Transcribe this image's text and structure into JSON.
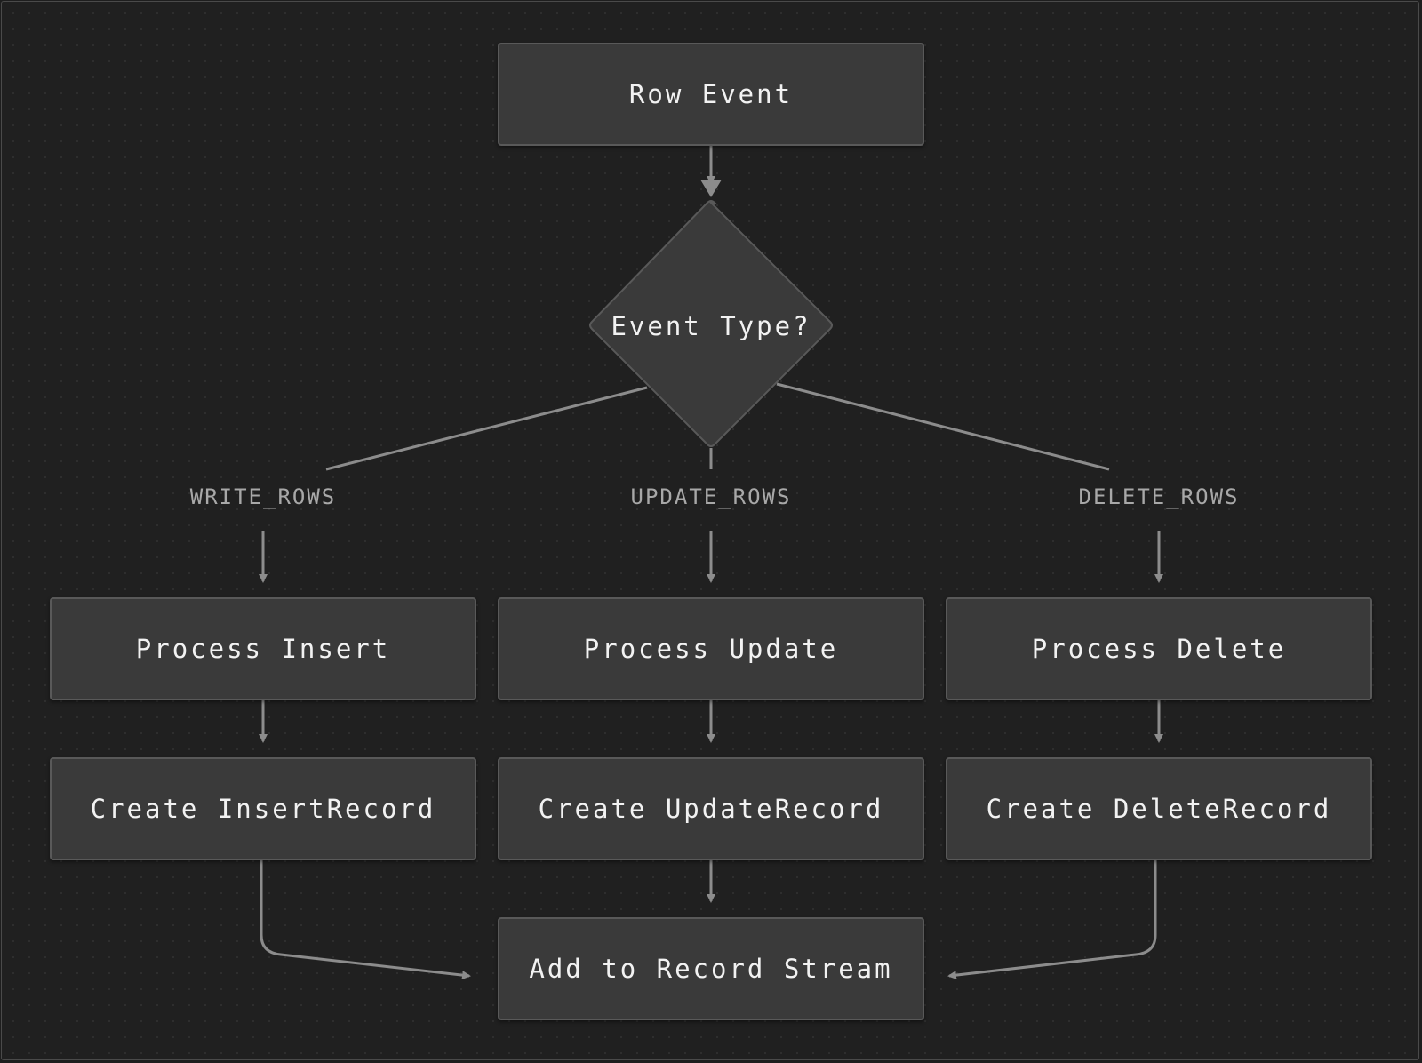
{
  "flowchart": {
    "start": {
      "label": "Row Event"
    },
    "decision": {
      "label": "Event Type?"
    },
    "branches": [
      {
        "condition": "WRITE_ROWS",
        "process": "Process Insert",
        "create": "Create InsertRecord"
      },
      {
        "condition": "UPDATE_ROWS",
        "process": "Process Update",
        "create": "Create UpdateRecord"
      },
      {
        "condition": "DELETE_ROWS",
        "process": "Process Delete",
        "create": "Create DeleteRecord"
      }
    ],
    "end": {
      "label": "Add to Record Stream"
    }
  },
  "colors": {
    "background": "#202020",
    "node_fill": "#3a3a3a",
    "node_border": "#595959",
    "edge": "#8c8c8c",
    "text": "#f2f2f2",
    "edge_label_text": "#a8a8a8"
  }
}
